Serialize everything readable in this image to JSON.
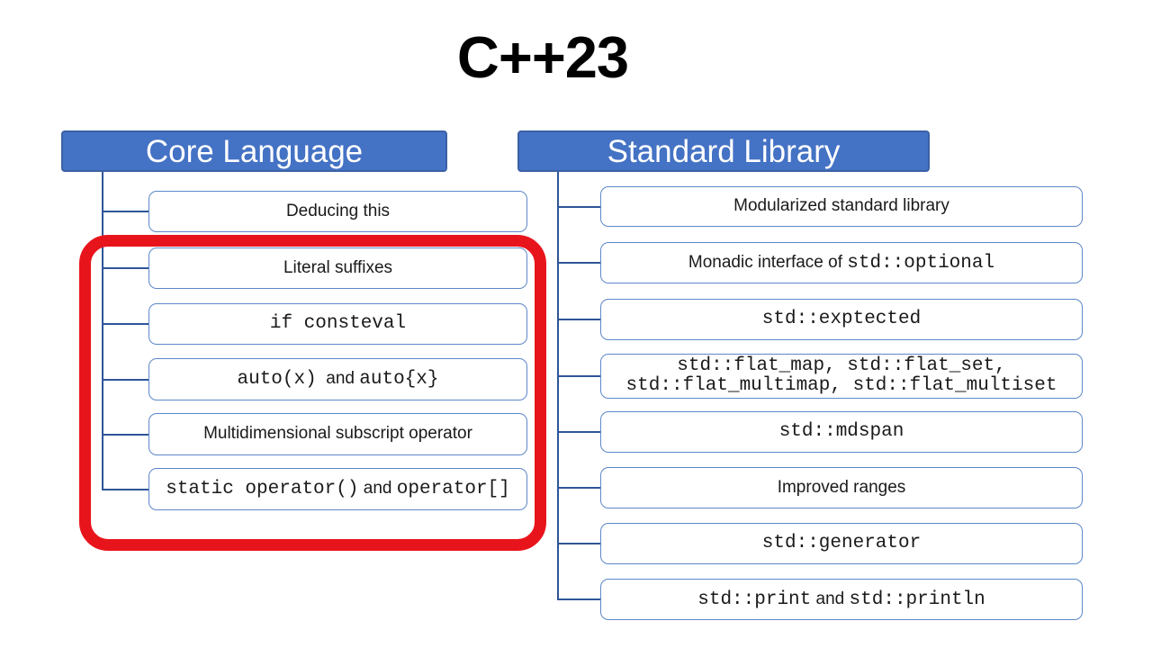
{
  "title": "C++23",
  "columns": [
    {
      "id": "core-language",
      "header": "Core Language",
      "items": [
        {
          "segments": [
            {
              "text": "Deducing this",
              "mono": false
            }
          ]
        },
        {
          "segments": [
            {
              "text": "Literal suffixes",
              "mono": false
            }
          ]
        },
        {
          "segments": [
            {
              "text": "if consteval",
              "mono": true
            }
          ]
        },
        {
          "segments": [
            {
              "text": "auto(x)",
              "mono": true
            },
            {
              "text": "  and ",
              "mono": false
            },
            {
              "text": "auto{x}",
              "mono": true
            }
          ]
        },
        {
          "segments": [
            {
              "text": "Multidimensional subscript operator",
              "mono": false
            }
          ]
        },
        {
          "segments": [
            {
              "text": "static operator()",
              "mono": true
            },
            {
              "text": " and ",
              "mono": false
            },
            {
              "text": "operator[]",
              "mono": true
            }
          ]
        }
      ]
    },
    {
      "id": "standard-library",
      "header": "Standard Library",
      "items": [
        {
          "segments": [
            {
              "text": "Modularized standard library",
              "mono": false
            }
          ]
        },
        {
          "segments": [
            {
              "text": "Monadic interface of ",
              "mono": false
            },
            {
              "text": "std::optional",
              "mono": true
            }
          ]
        },
        {
          "segments": [
            {
              "text": "std::exptected",
              "mono": true
            }
          ]
        },
        {
          "segments": [
            {
              "text": "std::flat_map, std::flat_set, std::flat_multimap, std::flat_multiset",
              "mono": true
            }
          ]
        },
        {
          "segments": [
            {
              "text": "std::mdspan",
              "mono": true
            }
          ]
        },
        {
          "segments": [
            {
              "text": "Improved ranges",
              "mono": false
            }
          ]
        },
        {
          "segments": [
            {
              "text": "std::generator",
              "mono": true
            }
          ]
        },
        {
          "segments": [
            {
              "text": "std::print",
              "mono": true
            },
            {
              "text": " and ",
              "mono": false
            },
            {
              "text": "std::println",
              "mono": true
            }
          ]
        }
      ]
    }
  ],
  "highlight": {
    "shape": "rounded-rectangle",
    "color": "#e8141c",
    "highlighted_items": [
      "Literal suffixes",
      "if consteval",
      "auto(x)  and auto{x}",
      "Multidimensional subscript operator",
      "static operator() and operator[]"
    ]
  },
  "colors": {
    "accent_blue": "#4472c4",
    "header_text": "#ffffff",
    "box_border": "#5d87c9",
    "connector": "#2f5597",
    "title_text": "#000000",
    "background": "#ffffff"
  }
}
